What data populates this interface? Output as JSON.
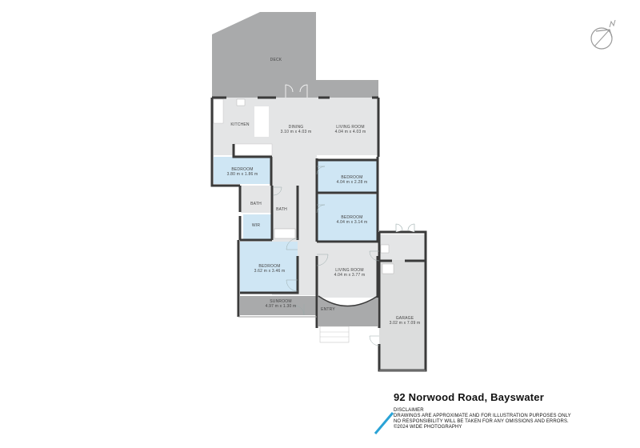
{
  "header": {
    "address": "92 Norwood Road, Bayswater"
  },
  "disclaimer": {
    "heading": "DISCLAIMER",
    "lines": [
      "DRAWINGS ARE APPROXIMATE AND FOR ILLUSTRATION PURPOSES ONLY",
      "NO RESPONSIBILITY WILL BE TAKEN FOR ANY OMISSIONS AND ERRORS.",
      "©2024 WIDE PHOTOGRAPHY"
    ]
  },
  "compass": {
    "label": "N",
    "icon": "north-arrow-icon"
  },
  "brand": {
    "icon": "diagonal-slash-logo",
    "color": "#2aa3d6"
  },
  "colors": {
    "wall": "#3a3a3a",
    "living_area": "#e4e5e6",
    "bedroom": "#cfe6f4",
    "outdoor": "#a9aaab",
    "garage": "#dcdddd"
  },
  "rooms": {
    "deck": {
      "name": "DECK",
      "dims": ""
    },
    "kitchen": {
      "name": "KITCHEN",
      "dims": ""
    },
    "dining": {
      "name": "DINING",
      "dims": "3.10 m x 4.03 m"
    },
    "living1": {
      "name": "LIVING ROOM",
      "dims": "4.04 m x 4.03 m"
    },
    "bedroom1": {
      "name": "BEDROOM",
      "dims": "3.80 m x 1.86 m"
    },
    "bedroom2": {
      "name": "BEDROOM",
      "dims": "4.04 m x 2.28 m"
    },
    "bedroom3": {
      "name": "BEDROOM",
      "dims": "4.04 m x 3.14 m"
    },
    "bath1": {
      "name": "BATH",
      "dims": ""
    },
    "bath2": {
      "name": "BATH",
      "dims": ""
    },
    "wir": {
      "name": "WIR",
      "dims": ""
    },
    "bedroom4": {
      "name": "BEDROOM",
      "dims": "3.62 m x 3.46 m"
    },
    "living2": {
      "name": "LIVING ROOM",
      "dims": "4.04 m x 3.77 m"
    },
    "sunroom": {
      "name": "SUNROOM",
      "dims": "4.97 m x 1.30 m"
    },
    "entry": {
      "name": "ENTRY",
      "dims": ""
    },
    "garage": {
      "name": "GARAGE",
      "dims": "3.02 m x 7.09 m"
    }
  }
}
